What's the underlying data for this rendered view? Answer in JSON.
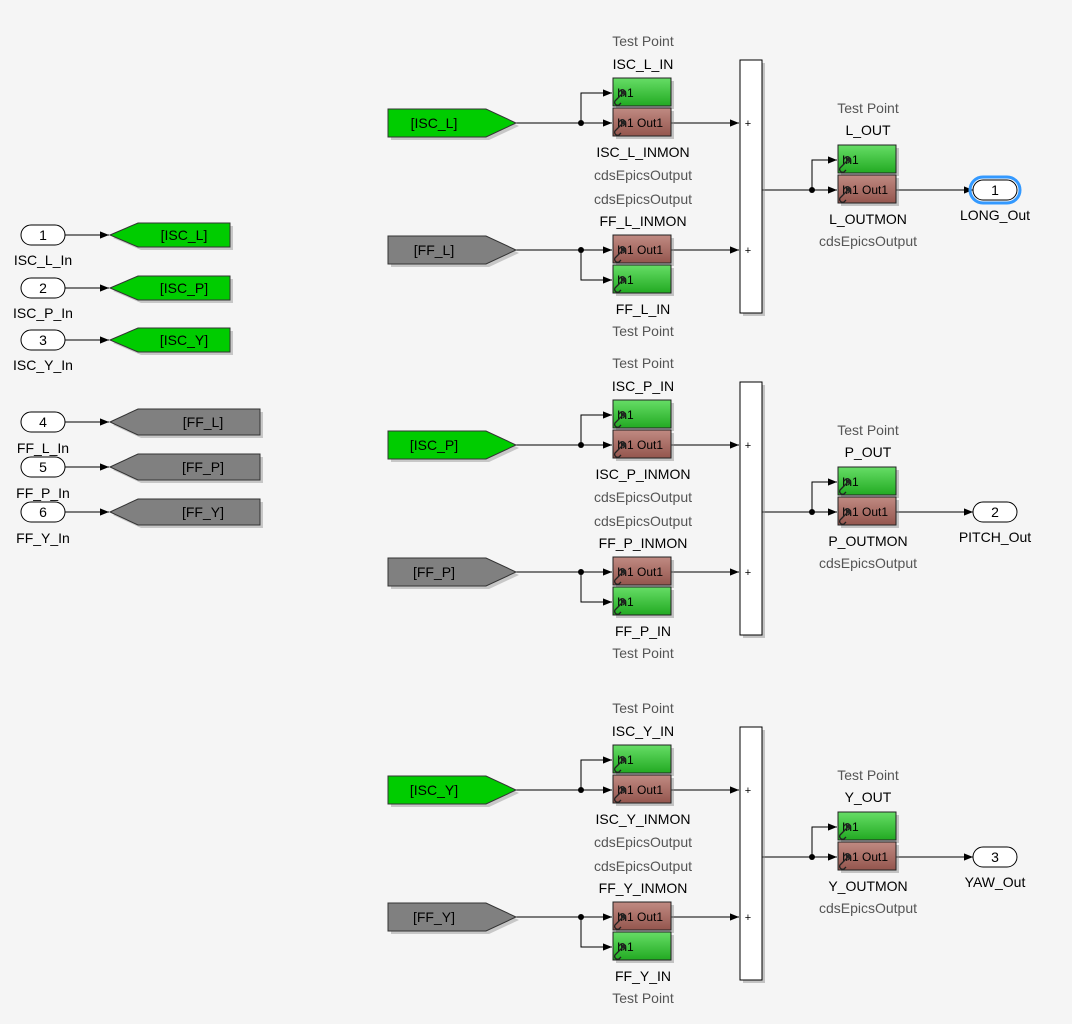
{
  "colors": {
    "background": "#f5f5f5",
    "green_tag": "#00cc00",
    "gray_tag": "#808080",
    "green_block": "#33bb33",
    "brown_block": "#a86a62",
    "selected_port": "#3399ff"
  },
  "inports": [
    {
      "num": "1",
      "name": "ISC_L_In",
      "goto": "[ISC_L]"
    },
    {
      "num": "2",
      "name": "ISC_P_In",
      "goto": "[ISC_P]"
    },
    {
      "num": "3",
      "name": "ISC_Y_In",
      "goto": "[ISC_Y]"
    },
    {
      "num": "4",
      "name": "FF_L_In",
      "goto": "[FF_L]"
    },
    {
      "num": "5",
      "name": "FF_P_In",
      "goto": "[FF_P]"
    },
    {
      "num": "6",
      "name": "FF_Y_In",
      "goto": "[FF_Y]"
    }
  ],
  "groups": [
    {
      "axis": "L",
      "isc_from": "[ISC_L]",
      "ff_from": "[FF_L]",
      "isc_tp_label": "Test Point",
      "isc_in_name": "ISC_L_IN",
      "isc_mon_name": "ISC_L_INMON",
      "isc_mon_sub": "cdsEpicsOutput",
      "ff_mon_sub": "cdsEpicsOutput",
      "ff_mon_name": "FF_L_INMON",
      "ff_in_name": "FF_L_IN",
      "ff_tp_label": "Test Point",
      "out_tp_label": "Test Point",
      "out_tp_name": "L_OUT",
      "out_mon_name": "L_OUTMON",
      "out_mon_sub": "cdsEpicsOutput",
      "outport_num": "1",
      "outport_name": "LONG_Out",
      "in_port_text": "In1",
      "mon_port_text": "In1 Out1",
      "sum_sign_1": "+",
      "sum_sign_2": "+"
    },
    {
      "axis": "P",
      "isc_from": "[ISC_P]",
      "ff_from": "[FF_P]",
      "isc_tp_label": "Test Point",
      "isc_in_name": "ISC_P_IN",
      "isc_mon_name": "ISC_P_INMON",
      "isc_mon_sub": "cdsEpicsOutput",
      "ff_mon_sub": "cdsEpicsOutput",
      "ff_mon_name": "FF_P_INMON",
      "ff_in_name": "FF_P_IN",
      "ff_tp_label": "Test Point",
      "out_tp_label": "Test Point",
      "out_tp_name": "P_OUT",
      "out_mon_name": "P_OUTMON",
      "out_mon_sub": "cdsEpicsOutput",
      "outport_num": "2",
      "outport_name": "PITCH_Out",
      "in_port_text": "In1",
      "mon_port_text": "In1 Out1",
      "sum_sign_1": "+",
      "sum_sign_2": "+"
    },
    {
      "axis": "Y",
      "isc_from": "[ISC_Y]",
      "ff_from": "[FF_Y]",
      "isc_tp_label": "Test Point",
      "isc_in_name": "ISC_Y_IN",
      "isc_mon_name": "ISC_Y_INMON",
      "isc_mon_sub": "cdsEpicsOutput",
      "ff_mon_sub": "cdsEpicsOutput",
      "ff_mon_name": "FF_Y_INMON",
      "ff_in_name": "FF_Y_IN",
      "ff_tp_label": "Test Point",
      "out_tp_label": "Test Point",
      "out_tp_name": "Y_OUT",
      "out_mon_name": "Y_OUTMON",
      "out_mon_sub": "cdsEpicsOutput",
      "outport_num": "3",
      "outport_name": "YAW_Out",
      "in_port_text": "In1",
      "mon_port_text": "In1 Out1",
      "sum_sign_1": "+",
      "sum_sign_2": "+"
    }
  ]
}
